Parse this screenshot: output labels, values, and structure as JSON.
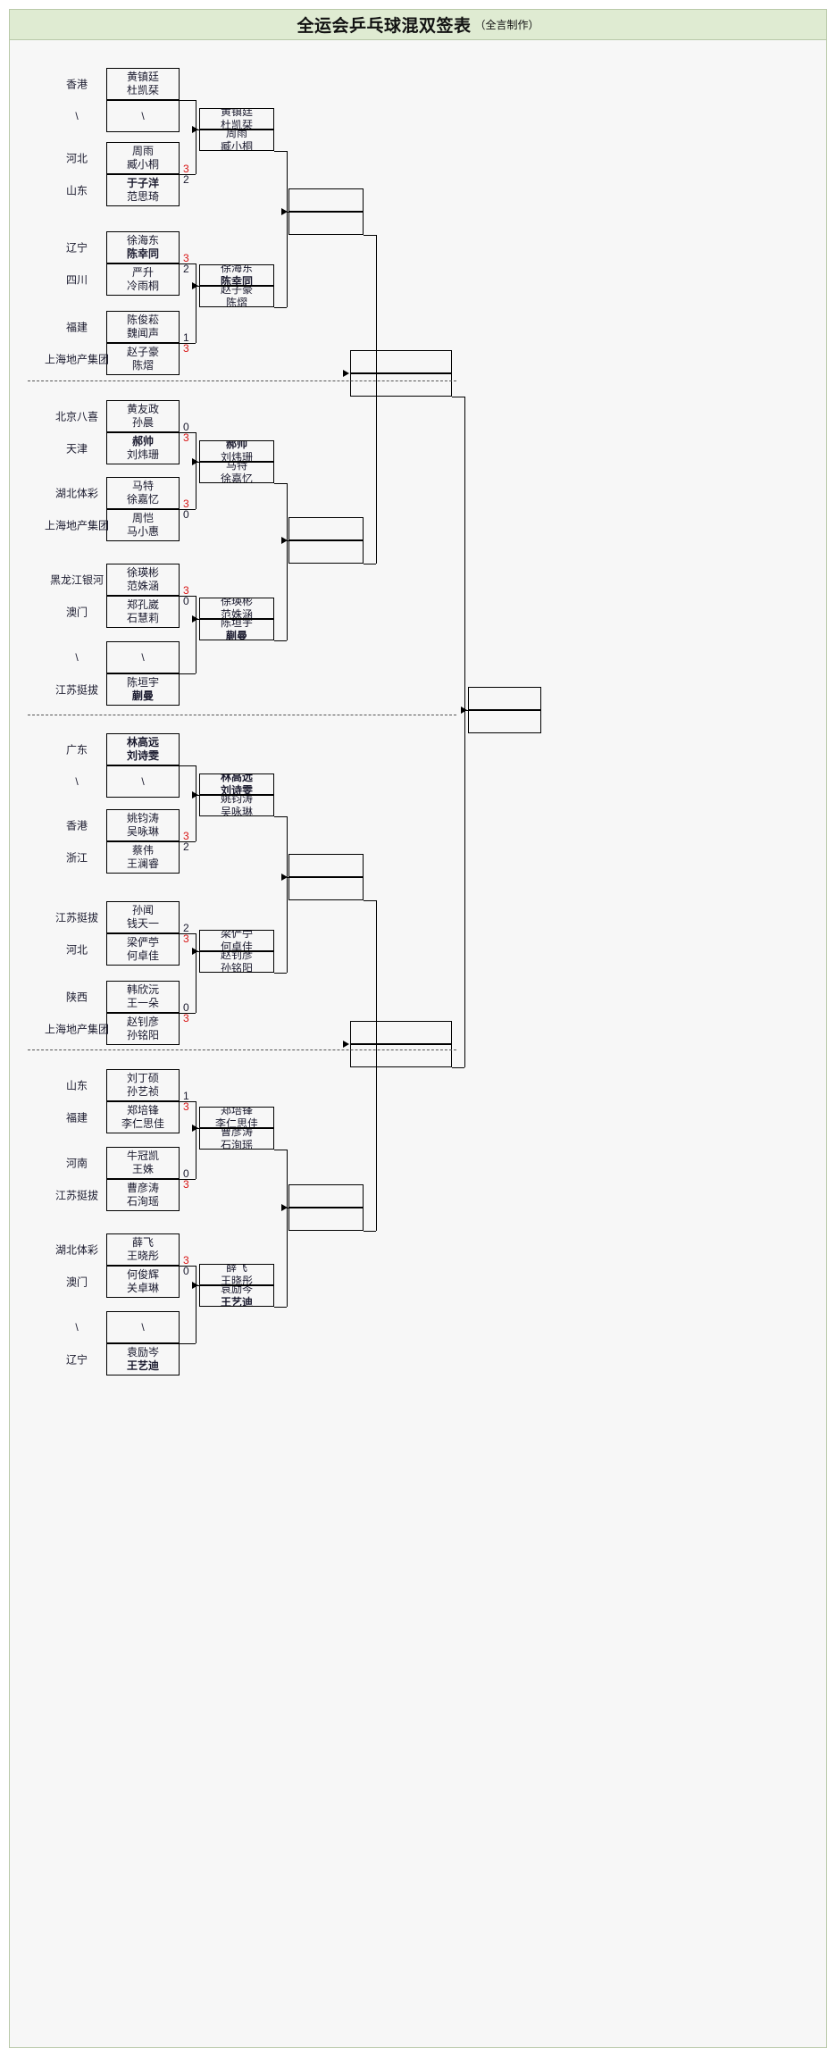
{
  "header": {
    "title": "全运会乒乓球混双签表",
    "subtitle": "（全言制作）",
    "bg_color": "#dfebd2"
  },
  "colors": {
    "winner_score": "#d81515",
    "loser_score": "#1a1a2e",
    "line": "#000000",
    "panel_bg": "#f7f7f7"
  },
  "bracket": {
    "round1": [
      {
        "team": "香港",
        "p1": "黄镇廷",
        "p2": "杜凯栞",
        "p1_bold": false,
        "p2_bold": false,
        "score": ""
      },
      {
        "team": "\\",
        "p1": "\\",
        "p2": "",
        "p1_bold": false,
        "p2_bold": false,
        "score": ""
      },
      {
        "team": "河北",
        "p1": "周雨",
        "p2": "臧小桐",
        "p1_bold": false,
        "p2_bold": false,
        "score": "3",
        "won": true
      },
      {
        "team": "山东",
        "p1": "于子洋",
        "p2": "范思琦",
        "p1_bold": true,
        "p2_bold": false,
        "score": "2",
        "won": false
      },
      {
        "team": "辽宁",
        "p1": "徐海东",
        "p2": "陈幸同",
        "p1_bold": false,
        "p2_bold": true,
        "score": "3",
        "won": true
      },
      {
        "team": "四川",
        "p1": "严升",
        "p2": "冷雨桐",
        "p1_bold": false,
        "p2_bold": false,
        "score": "2",
        "won": false
      },
      {
        "team": "福建",
        "p1": "陈俊菘",
        "p2": "魏闻声",
        "p1_bold": false,
        "p2_bold": false,
        "score": "1",
        "won": false
      },
      {
        "team": "上海地产集团",
        "p1": "赵子豪",
        "p2": "陈熠",
        "p1_bold": false,
        "p2_bold": false,
        "score": "3",
        "won": true
      },
      {
        "team": "北京八喜",
        "p1": "黄友政",
        "p2": "孙晨",
        "p1_bold": false,
        "p2_bold": false,
        "score": "0",
        "won": false
      },
      {
        "team": "天津",
        "p1": "郝帅",
        "p2": "刘炜珊",
        "p1_bold": true,
        "p2_bold": false,
        "score": "3",
        "won": true
      },
      {
        "team": "湖北体彩",
        "p1": "马特",
        "p2": "徐嘉忆",
        "p1_bold": false,
        "p2_bold": false,
        "score": "3",
        "won": true
      },
      {
        "team": "上海地产集团",
        "p1": "周恺",
        "p2": "马小惠",
        "p1_bold": false,
        "p2_bold": false,
        "score": "0",
        "won": false
      },
      {
        "team": "黑龙江银河",
        "p1": "徐瑛彬",
        "p2": "范姝涵",
        "p1_bold": false,
        "p2_bold": false,
        "score": "3",
        "won": true
      },
      {
        "team": "澳门",
        "p1": "郑孔崴",
        "p2": "石慧莉",
        "p1_bold": false,
        "p2_bold": false,
        "score": "0",
        "won": false
      },
      {
        "team": "\\",
        "p1": "\\",
        "p2": "",
        "p1_bold": false,
        "p2_bold": false,
        "score": ""
      },
      {
        "team": "江苏挺拔",
        "p1": "陈垣宇",
        "p2": "蒯曼",
        "p1_bold": false,
        "p2_bold": true,
        "score": ""
      },
      {
        "team": "广东",
        "p1": "林高远",
        "p2": "刘诗雯",
        "p1_bold": true,
        "p2_bold": true,
        "score": ""
      },
      {
        "team": "\\",
        "p1": "\\",
        "p2": "",
        "p1_bold": false,
        "p2_bold": false,
        "score": ""
      },
      {
        "team": "香港",
        "p1": "姚钧涛",
        "p2": "吴咏琳",
        "p1_bold": false,
        "p2_bold": false,
        "score": "3",
        "won": true
      },
      {
        "team": "浙江",
        "p1": "蔡伟",
        "p2": "王澜睿",
        "p1_bold": false,
        "p2_bold": false,
        "score": "2",
        "won": false
      },
      {
        "team": "江苏挺拔",
        "p1": "孙闻",
        "p2": "钱天一",
        "p1_bold": false,
        "p2_bold": false,
        "score": "2",
        "won": false
      },
      {
        "team": "河北",
        "p1": "梁俨苧",
        "p2": "何卓佳",
        "p1_bold": false,
        "p2_bold": false,
        "score": "3",
        "won": true
      },
      {
        "team": "陕西",
        "p1": "韩欣沅",
        "p2": "王一朵",
        "p1_bold": false,
        "p2_bold": false,
        "score": "0",
        "won": false
      },
      {
        "team": "上海地产集团",
        "p1": "赵钊彦",
        "p2": "孙铭阳",
        "p1_bold": false,
        "p2_bold": false,
        "score": "3",
        "won": true
      },
      {
        "team": "山东",
        "p1": "刘丁硕",
        "p2": "孙艺祯",
        "p1_bold": false,
        "p2_bold": false,
        "score": "1",
        "won": false
      },
      {
        "team": "福建",
        "p1": "郑培锋",
        "p2": "李仁思佳",
        "p1_bold": false,
        "p2_bold": false,
        "score": "3",
        "won": true
      },
      {
        "team": "河南",
        "p1": "牛冠凯",
        "p2": "王姝",
        "p1_bold": false,
        "p2_bold": false,
        "score": "0",
        "won": false
      },
      {
        "team": "江苏挺拔",
        "p1": "曹彦涛",
        "p2": "石洵瑶",
        "p1_bold": false,
        "p2_bold": false,
        "score": "3",
        "won": true
      },
      {
        "team": "湖北体彩",
        "p1": "薛飞",
        "p2": "王晓彤",
        "p1_bold": false,
        "p2_bold": false,
        "score": "3",
        "won": true
      },
      {
        "team": "澳门",
        "p1": "何俊辉",
        "p2": "关卓琳",
        "p1_bold": false,
        "p2_bold": false,
        "score": "0",
        "won": false
      },
      {
        "team": "\\",
        "p1": "\\",
        "p2": "",
        "p1_bold": false,
        "p2_bold": false,
        "score": ""
      },
      {
        "team": "辽宁",
        "p1": "袁励岑",
        "p2": "王艺迪",
        "p1_bold": false,
        "p2_bold": true,
        "score": ""
      }
    ],
    "round2": [
      {
        "top_p1": "黄镇廷",
        "top_p2": "杜凯栞",
        "top_p1_bold": false,
        "top_p2_bold": false,
        "bot_p1": "周雨",
        "bot_p2": "臧小桐",
        "bot_p1_bold": false,
        "bot_p2_bold": false
      },
      {
        "top_p1": "徐海东",
        "top_p2": "陈幸同",
        "top_p1_bold": false,
        "top_p2_bold": true,
        "bot_p1": "赵子豪",
        "bot_p2": "陈熠",
        "bot_p1_bold": false,
        "bot_p2_bold": false
      },
      {
        "top_p1": "郝帅",
        "top_p2": "刘炜珊",
        "top_p1_bold": true,
        "top_p2_bold": false,
        "bot_p1": "马特",
        "bot_p2": "徐嘉忆",
        "bot_p1_bold": false,
        "bot_p2_bold": false
      },
      {
        "top_p1": "徐瑛彬",
        "top_p2": "范姝涵",
        "top_p1_bold": false,
        "top_p2_bold": false,
        "bot_p1": "陈垣宇",
        "bot_p2": "蒯曼",
        "bot_p1_bold": false,
        "bot_p2_bold": true
      },
      {
        "top_p1": "林高远",
        "top_p2": "刘诗雯",
        "top_p1_bold": true,
        "top_p2_bold": true,
        "bot_p1": "姚钧涛",
        "bot_p2": "吴咏琳",
        "bot_p1_bold": false,
        "bot_p2_bold": false
      },
      {
        "top_p1": "梁俨苧",
        "top_p2": "何卓佳",
        "top_p1_bold": false,
        "top_p2_bold": false,
        "bot_p1": "赵钊彦",
        "bot_p2": "孙铭阳",
        "bot_p1_bold": false,
        "bot_p2_bold": false
      },
      {
        "top_p1": "郑培锋",
        "top_p2": "李仁思佳",
        "top_p1_bold": false,
        "top_p2_bold": false,
        "bot_p1": "曹彦涛",
        "bot_p2": "石洵瑶",
        "bot_p1_bold": false,
        "bot_p2_bold": false
      },
      {
        "top_p1": "薛飞",
        "top_p2": "王晓彤",
        "top_p1_bold": false,
        "top_p2_bold": false,
        "bot_p1": "袁励岑",
        "bot_p2": "王艺迪",
        "bot_p1_bold": false,
        "bot_p2_bold": true
      }
    ],
    "round3": [
      {
        "top_p1": "",
        "top_p2": "",
        "bot_p1": "",
        "bot_p2": ""
      },
      {
        "top_p1": "",
        "top_p2": "",
        "bot_p1": "",
        "bot_p2": ""
      },
      {
        "top_p1": "",
        "top_p2": "",
        "bot_p1": "",
        "bot_p2": ""
      },
      {
        "top_p1": "",
        "top_p2": "",
        "bot_p1": "",
        "bot_p2": ""
      }
    ],
    "round4": [
      {
        "top_p1": "",
        "top_p2": "",
        "bot_p1": "",
        "bot_p2": ""
      },
      {
        "top_p1": "",
        "top_p2": "",
        "bot_p1": "",
        "bot_p2": ""
      }
    ],
    "final": [
      {
        "top_p1": "",
        "top_p2": "",
        "bot_p1": "",
        "bot_p2": ""
      }
    ]
  }
}
